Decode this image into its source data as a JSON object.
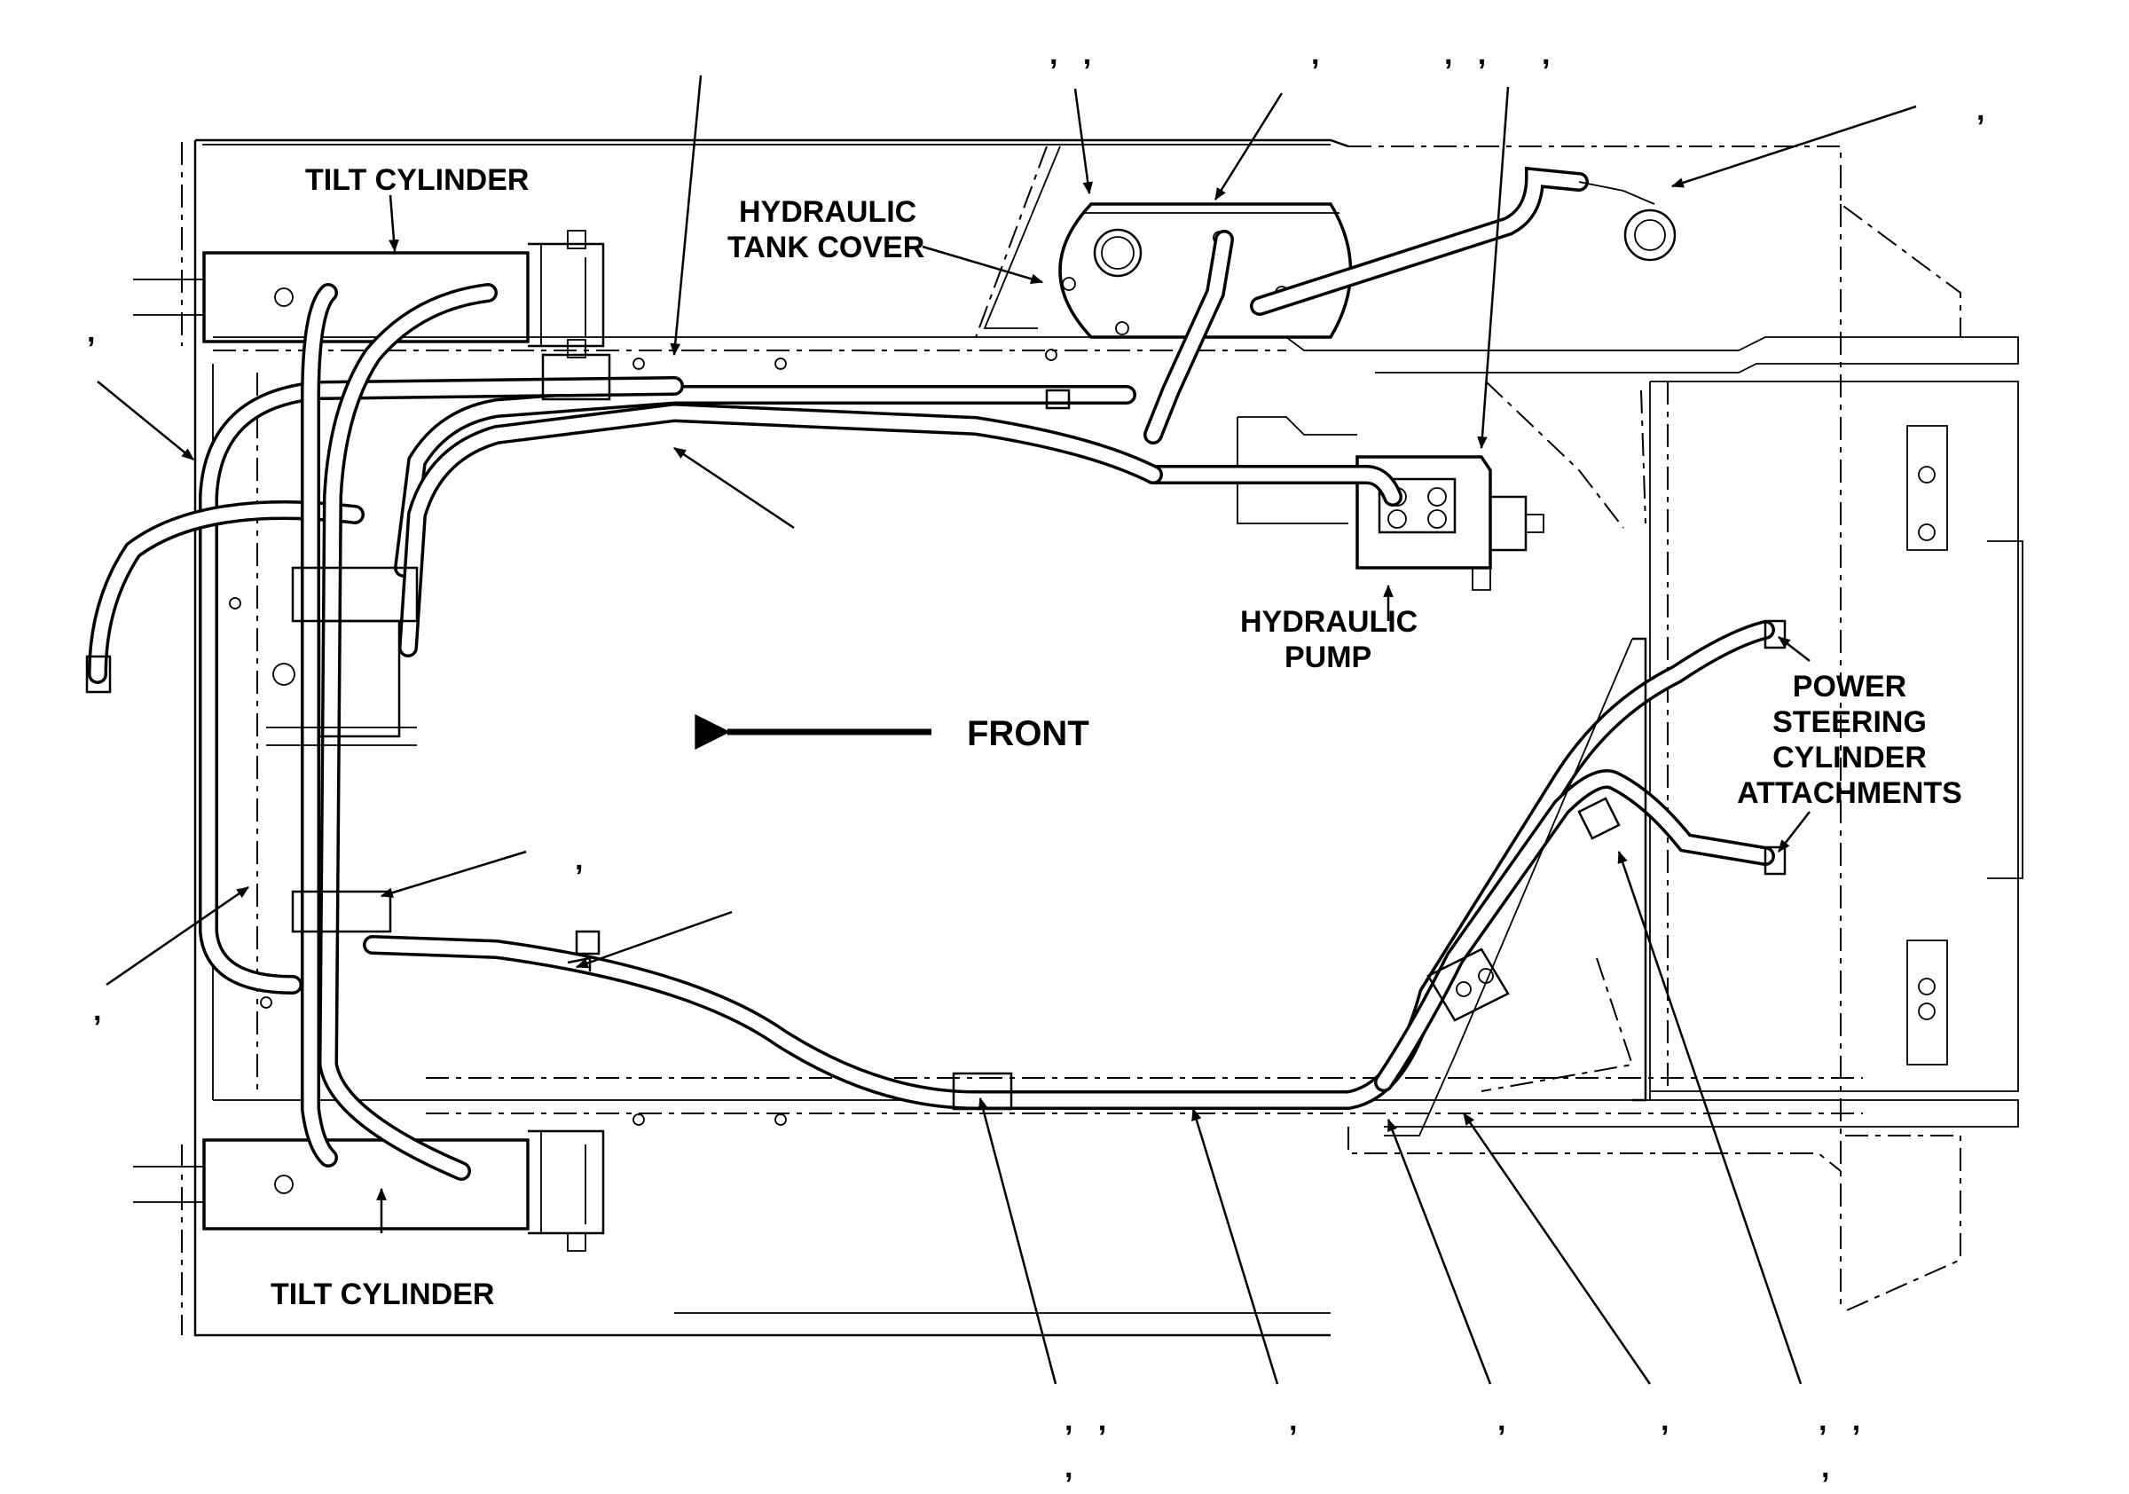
{
  "labels": {
    "tilt_cylinder_top": "TILT CYLINDER",
    "tilt_cylinder_bottom": "TILT CYLINDER",
    "hydraulic_tank_cover_line1": "HYDRAULIC",
    "hydraulic_tank_cover_line2": "TANK COVER",
    "hydraulic_pump_line1": "HYDRAULIC",
    "hydraulic_pump_line2": "PUMP",
    "front": "FRONT",
    "power_steering_line1": "POWER",
    "power_steering_line2": "STEERING",
    "power_steering_line3": "CYLINDER",
    "power_steering_line4": "ATTACHMENTS"
  },
  "callout_marks": {
    "top_1": ",   ,",
    "top_2": ",",
    "top_3": ",   ,",
    "top_4": ",",
    "top_right": ",",
    "left_upper": ",",
    "left_lower": ",",
    "mid_left": ",",
    "bottom_1": ",   ,",
    "bottom_1b": ",",
    "bottom_2": ",",
    "bottom_3": ",",
    "bottom_4": ",",
    "bottom_5": ",   ,",
    "bottom_5b": ","
  }
}
